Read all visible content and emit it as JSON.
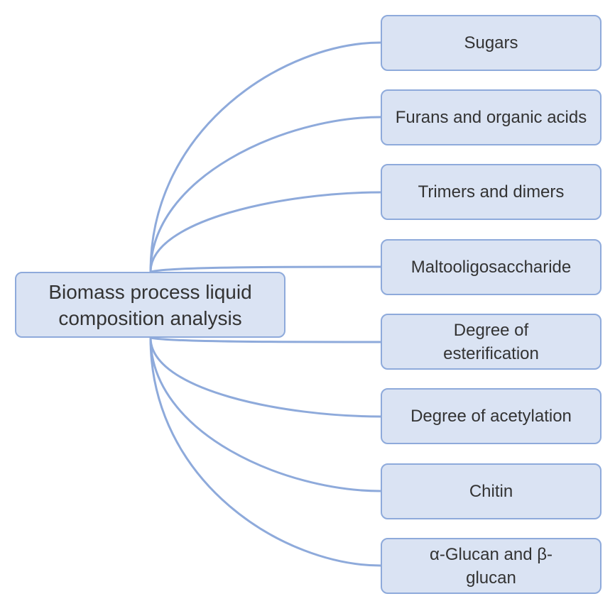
{
  "root": {
    "label": "Biomass process liquid composition analysis"
  },
  "children": [
    {
      "label": "Sugars"
    },
    {
      "label": "Furans and organic acids"
    },
    {
      "label": "Trimers and dimers"
    },
    {
      "label": "Maltooligosaccharide"
    },
    {
      "label": "Degree of esterification"
    },
    {
      "label": "Degree of acetylation"
    },
    {
      "label": "Chitin"
    },
    {
      "label": "α-Glucan and β-glucan"
    }
  ],
  "colors": {
    "node_fill": "#dae3f3",
    "node_border": "#8eaadb",
    "link": "#8eaadb",
    "text": "#333333"
  }
}
